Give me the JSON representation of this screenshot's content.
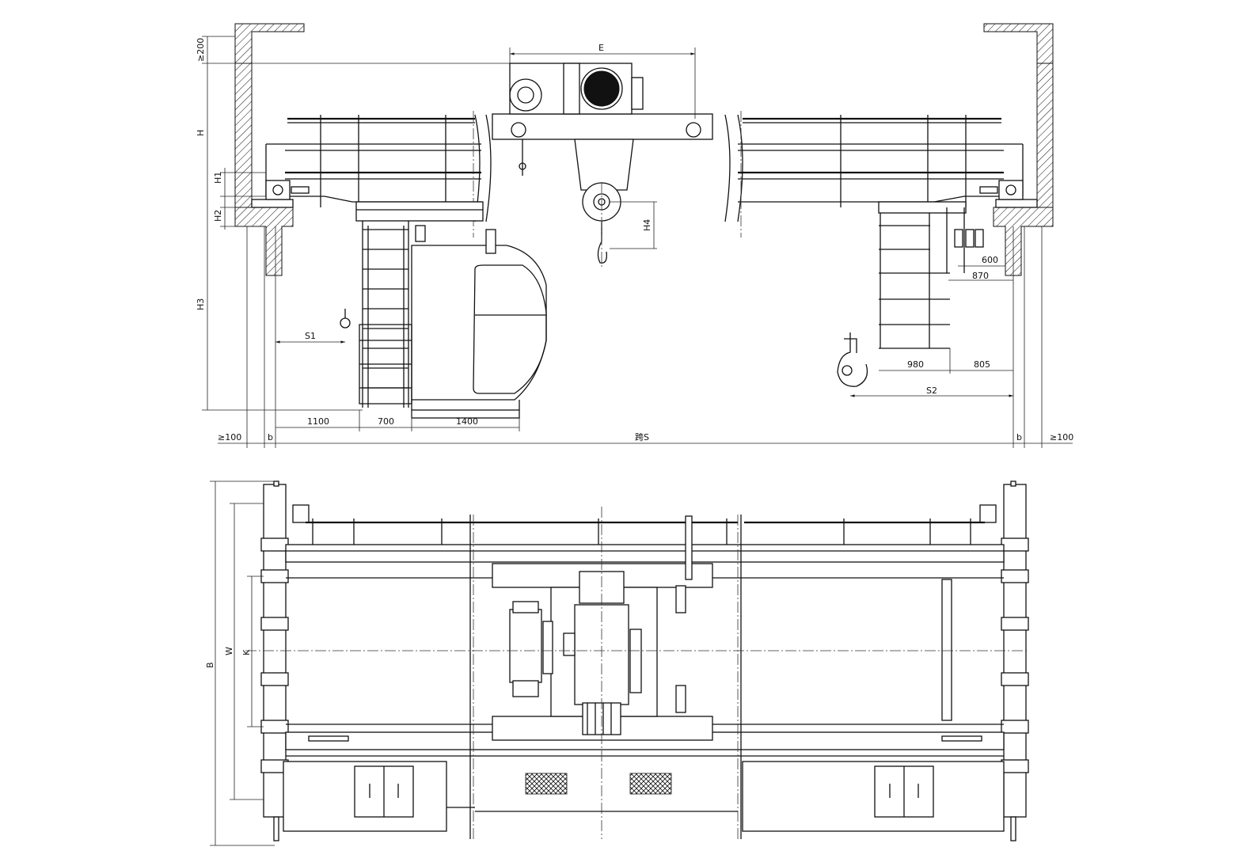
{
  "dimensions": {
    "H_top": "≥200",
    "H": "H",
    "H1": "H1",
    "H2": "H2",
    "H3": "H3",
    "H4": "H4",
    "E": "E",
    "S1": "S1",
    "S2": "S2",
    "d600": "600",
    "d870": "870",
    "d980": "980",
    "d805": "805",
    "d1100": "1100",
    "d700": "700",
    "d1400": "1400",
    "left_100": "≥100",
    "right_100": "≥100",
    "b_left": "b",
    "b_right": "b",
    "span": "跨S",
    "B": "B",
    "W": "W",
    "K": "K"
  },
  "colors": {
    "line": "#111111",
    "background": "#ffffff"
  }
}
